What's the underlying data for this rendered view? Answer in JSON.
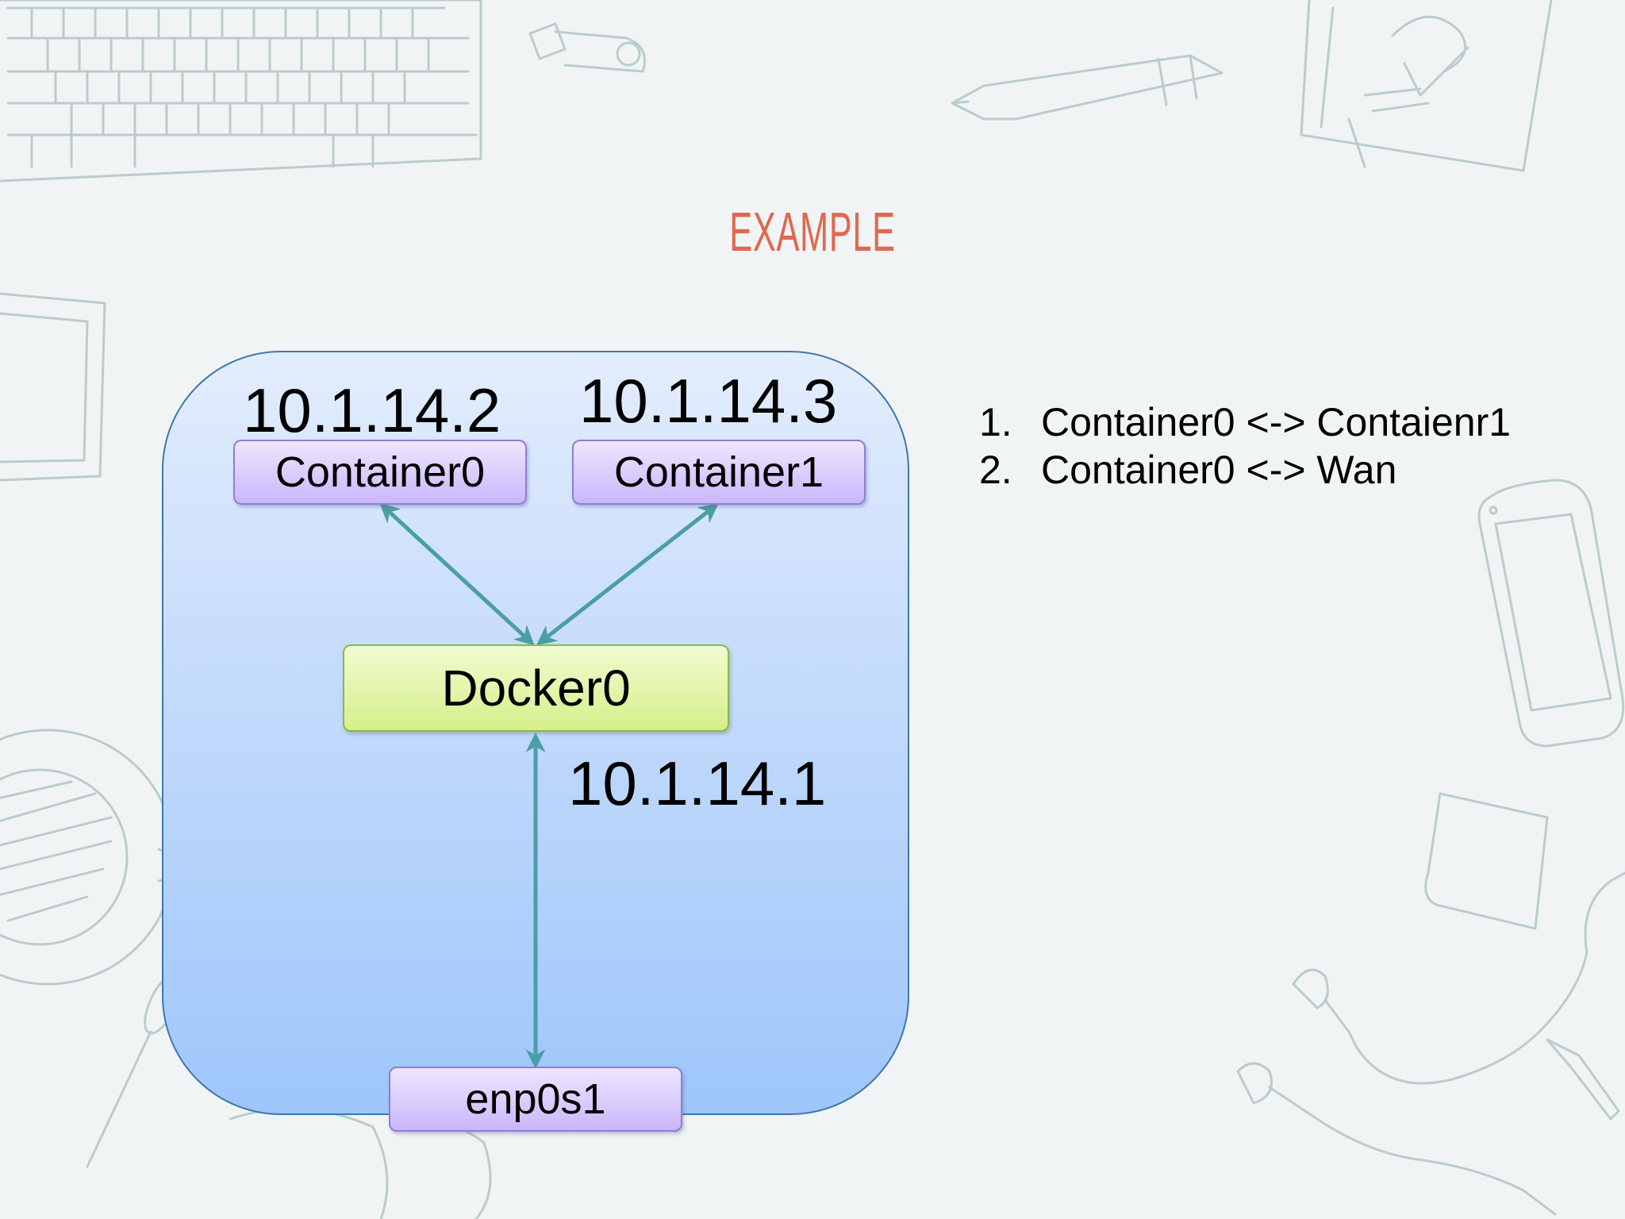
{
  "slide": {
    "title": "EXAMPLE"
  },
  "diagram": {
    "nodes": {
      "container0": {
        "label": "Container0",
        "ip": "10.1.14.2"
      },
      "container1": {
        "label": "Container1",
        "ip": "10.1.14.3"
      },
      "docker0": {
        "label": "Docker0",
        "ip": "10.1.14.1"
      },
      "enp0s1": {
        "label": "enp0s1"
      }
    },
    "links": [
      {
        "from": "docker0",
        "to": "container0",
        "style": "bidirectional-arrow"
      },
      {
        "from": "docker0",
        "to": "container1",
        "style": "bidirectional-arrow"
      },
      {
        "from": "docker0",
        "to": "enp0s1",
        "style": "bidirectional-arrow"
      }
    ],
    "colors": {
      "arrow": "#4a9ea7",
      "host_box_top": "#e3edfd",
      "host_box_bottom": "#9ec6fb",
      "container_node": "#c9b6fb",
      "bridge_node": "#d5f08a",
      "title": "#e06850"
    }
  },
  "steps": [
    {
      "number": "1.",
      "text": "Container0 <-> Contaienr1"
    },
    {
      "number": "2.",
      "text": "Container0 <-> Wan"
    }
  ],
  "decorations": [
    "keyboard-doodle",
    "usb-drive-doodle",
    "marker-doodle",
    "notebook-doodle",
    "tablet-doodle",
    "coffee-cup-doodle",
    "smartphone-doodle",
    "sticky-note-doodle",
    "earphones-doodle",
    "glasses-doodle",
    "spoon-doodle"
  ]
}
